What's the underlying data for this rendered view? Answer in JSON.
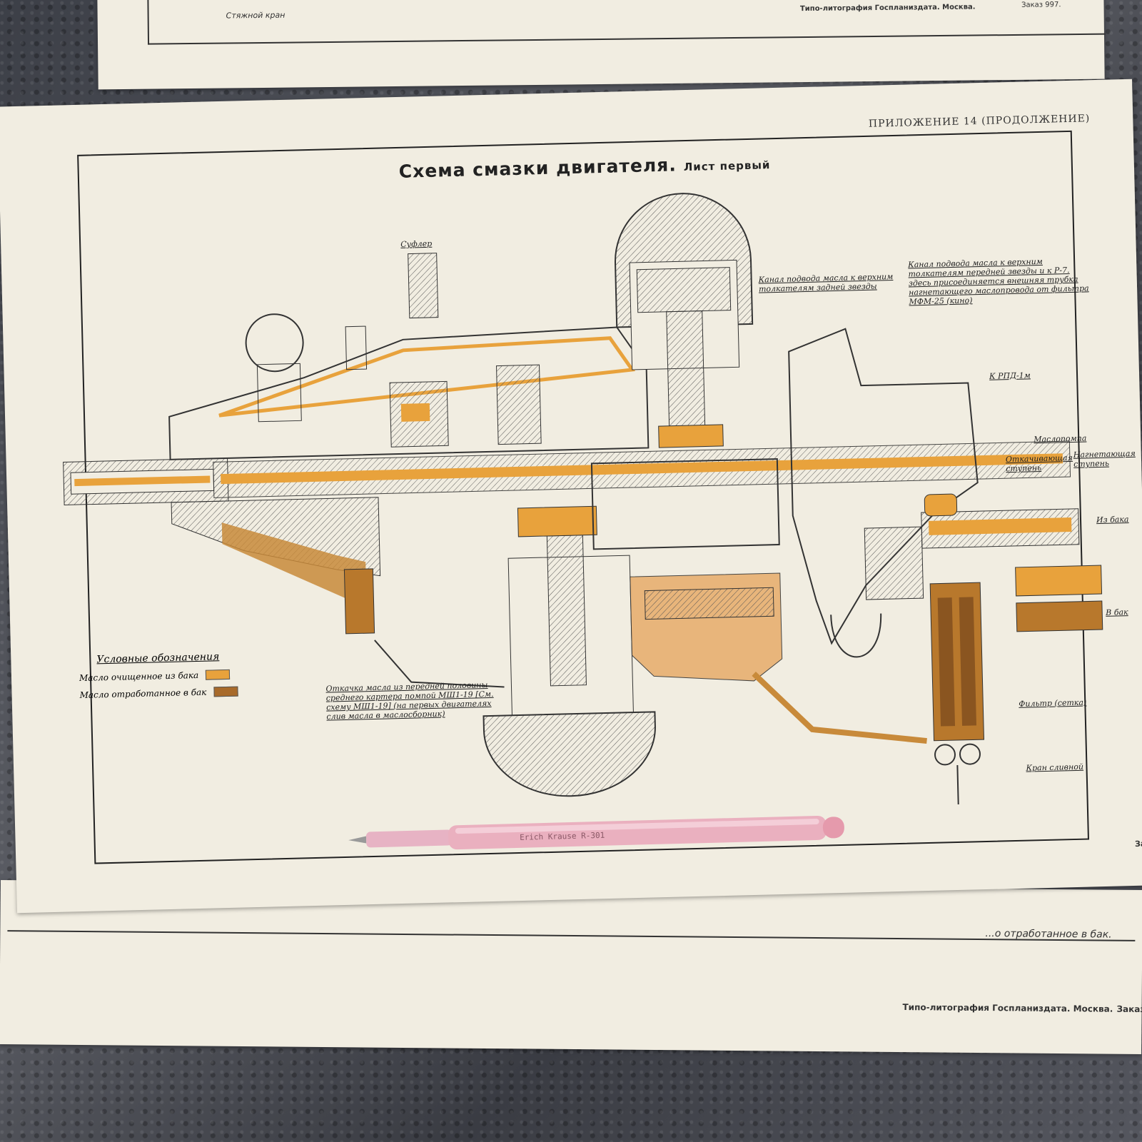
{
  "top_sheet": {
    "label_left": "Стяжной кран",
    "printer": "Типо-литография Госпланиздата. Москва.",
    "order": "Заказ 997."
  },
  "main_sheet": {
    "appendix": "ПРИЛОЖЕНИЕ 14 (ПРОДОЛЖЕНИЕ)",
    "title": "Схема смазки двигателя.",
    "subtitle": "Лист первый",
    "order_partial": "Зака",
    "callouts": {
      "suffler": "Суфлер",
      "channel_rear": "Канал подвода масла к верхним толкателям задней звезды",
      "channel_front": "Канал подвода масла к верхним толкателям передней звезды и к Р-7. здесь присоединяется внешняя трубка нагнетающего маслопровода от фильтра МФМ-25 (кино)",
      "rpd": "К РПД-1м",
      "oil_pump": "Маслопомпа",
      "scavenge_stage": "Откачивающая ступень",
      "pressure_stage": "Нагнетающая ступень",
      "from_tank": "Из бака",
      "to_tank": "В бак",
      "filter": "Фильтр (сетка)",
      "drain_valve": "Кран сливной",
      "scavenge_note": "Откачка масла из передней половины среднего картера помпой МШ1-19 [См. схему МШ1-19] (на первых двигателях слив масла в маслосборник)"
    },
    "legend": {
      "title": "Условные обозначения",
      "items": [
        {
          "label": "Масло очищенное из бака",
          "color": "#e8a23c"
        },
        {
          "label": "Масло отработанное в бак",
          "color": "#a86a2a"
        }
      ]
    }
  },
  "bottom_sheet": {
    "partial_label": "...о отработанное в бак.",
    "printer": "Типо-литография Госпланиздата. Москва.",
    "order": "Заказ"
  },
  "pen": {
    "brand": "Erich Krause R-301"
  }
}
